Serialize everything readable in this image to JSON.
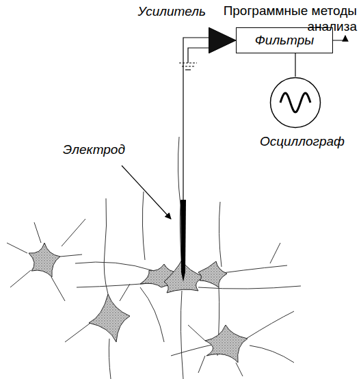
{
  "diagram": {
    "nodes": [
      {
        "text": [
          "Усилитель"
        ]
      },
      {
        "text": [
          "Фильтры"
        ]
      },
      {
        "text": [
          "Осциллограф"
        ]
      }
    ],
    "edges": [
      {
        "from": 0,
        "to": 1,
        "arrow": "none"
      },
      {
        "from": 1,
        "to": 2,
        "arrow": "none"
      }
    ],
    "labels": [
      "Программные методы анализа",
      "Электрод"
    ]
  }
}
